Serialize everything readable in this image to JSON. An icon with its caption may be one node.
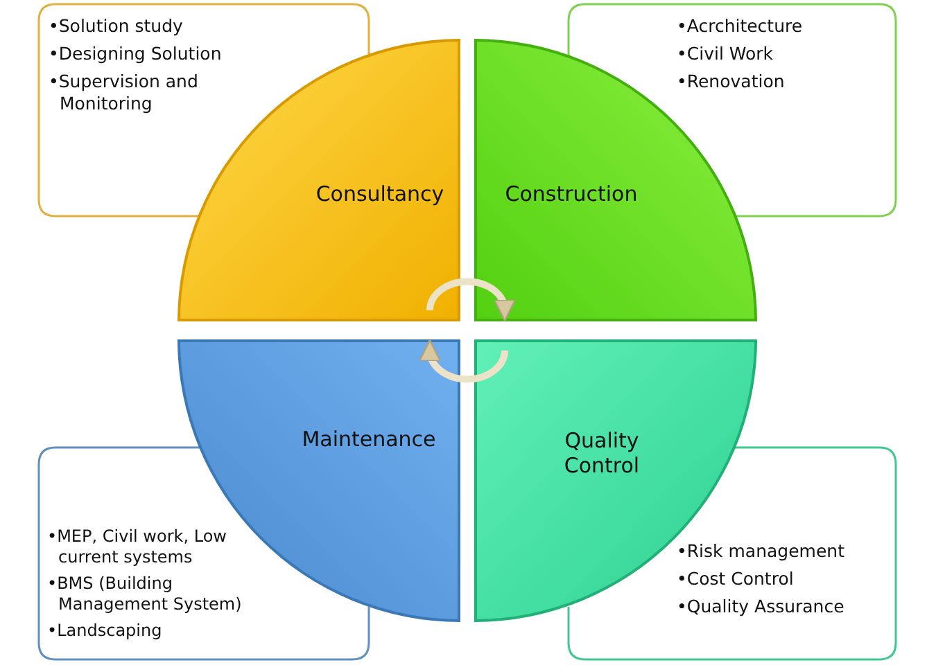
{
  "diagram": {
    "nodes": [
      {
        "text": [
          "•Solution study",
          "•Designing Solution",
          "•Supervision and Monitoring"
        ]
      },
      {
        "text": [
          "•Acrchitecture",
          "•Civil Work",
          "•Renovation"
        ]
      },
      {
        "text": [
          "Consultancy"
        ]
      },
      {
        "text": [
          "Construction"
        ]
      },
      {
        "text": [
          "Maintenance"
        ]
      },
      {
        "text": [
          "Quality Control"
        ]
      },
      {
        "text": [
          "•MEP, Civil work, Low current systems",
          "•BMS (Building Management System)",
          "•Landscaping"
        ]
      },
      {
        "text": [
          "•Risk management",
          "•Cost Control",
          "•Quality Assurance"
        ]
      }
    ],
    "edges": [
      {
        "from": 2,
        "to": 3,
        "arrow": "to"
      },
      {
        "from": 5,
        "to": 4,
        "arrow": "to"
      }
    ]
  }
}
